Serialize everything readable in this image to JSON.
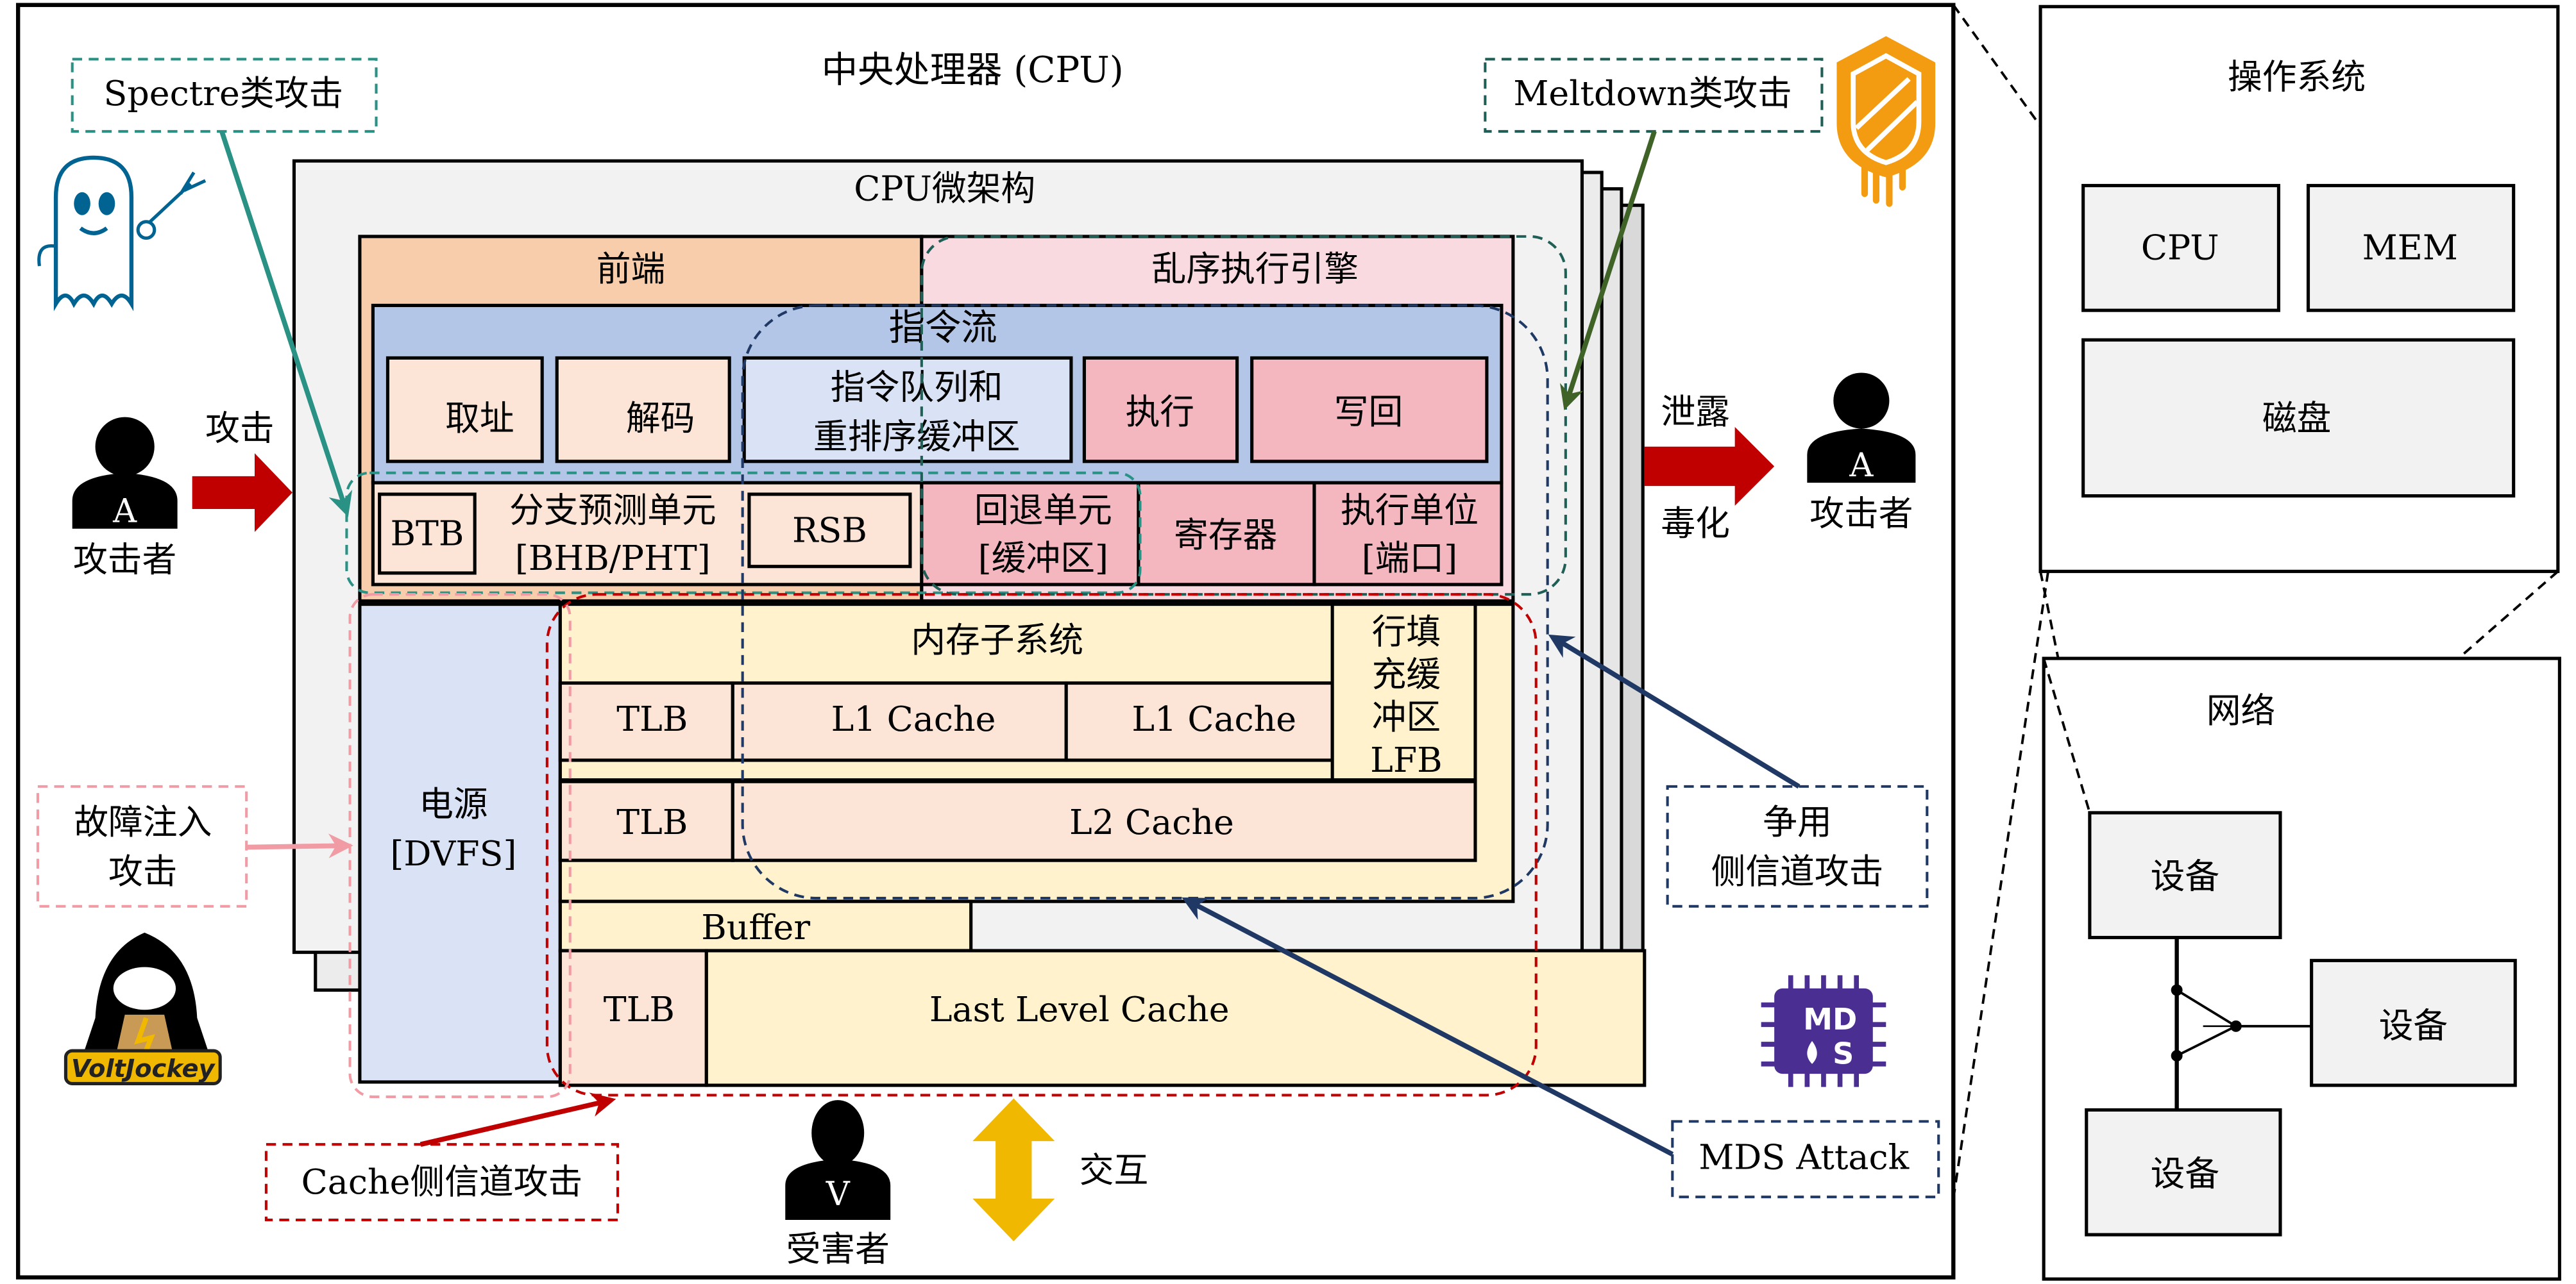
{
  "title": "中央处理器 (CPU)",
  "colors": {
    "frontend": "#f7cdab",
    "ooo_engine": "#f9dae0",
    "instr_stream": "#b4c6e7",
    "light_peach": "#fce5d6",
    "pink_unit": "#f4b7c0",
    "light_blue": "#dae3f5",
    "memory_yellow": "#fff2cc",
    "microarch_gray": "#f2f2f2",
    "spectre_teal": "#2a9185",
    "meltdown_green": "#3f6226",
    "meltdown_logo": "#f39c12",
    "cache_red": "#c00000",
    "fault_pink": "#f19ba5",
    "contention_navy": "#1f3864",
    "interaction_gold": "#f0b800",
    "mds_purple": "#4b2e91"
  },
  "microarchitecture": {
    "label": "CPU微架构",
    "frontend": "前端",
    "ooo_engine": "乱序执行引擎",
    "instruction_stream": {
      "label": "指令流",
      "stages": [
        "取址",
        "解码",
        "指令队列和",
        "重排序缓冲区",
        "执行",
        "写回"
      ]
    },
    "branch": {
      "btb": "BTB",
      "bpu_line1": "分支预测单元",
      "bpu_line2": "[BHB/PHT]",
      "rsb": "RSB"
    },
    "backend": {
      "retire_line1": "回退单元",
      "retire_line2": "[缓冲区]",
      "registers": "寄存器",
      "exec_line1": "执行单位",
      "exec_line2": "[端口]"
    },
    "power": {
      "line1": "电源",
      "line2": "[DVFS]"
    },
    "memory": {
      "label": "内存子系统",
      "tlb": "TLB",
      "l1_cache_a": "L1 Cache",
      "l1_cache_b": "L1 Cache",
      "lfb_lines": [
        "行填",
        "充缓",
        "冲区",
        "LFB"
      ],
      "l2_cache": "L2 Cache",
      "buffer": "Buffer",
      "llc": "Last Level Cache"
    }
  },
  "attacks": {
    "spectre": "Spectre类攻击",
    "meltdown": "Meltdown类攻击",
    "fault_line1": "故障注入",
    "fault_line2": "攻击",
    "cache": "Cache侧信道攻击",
    "contention_line1": "争用",
    "contention_line2": "侧信道攻击",
    "mds": "MDS Attack",
    "mds_logo_top": "MD",
    "mds_logo_bottom": "S",
    "voltjockey_logo": "VoltJockey"
  },
  "actors": {
    "attacker_left": {
      "badge": "A",
      "label": "攻击者",
      "action": "攻击"
    },
    "attacker_right": {
      "badge": "A",
      "label": "攻击者",
      "action_top": "泄露",
      "action_bottom": "毒化"
    },
    "victim": {
      "badge": "V",
      "label": "受害者",
      "action": "交互"
    }
  },
  "os_panel": {
    "title": "操作系统",
    "cpu": "CPU",
    "mem": "MEM",
    "disk": "磁盘"
  },
  "network_panel": {
    "title": "网络",
    "devices": [
      "设备",
      "设备",
      "设备"
    ]
  }
}
